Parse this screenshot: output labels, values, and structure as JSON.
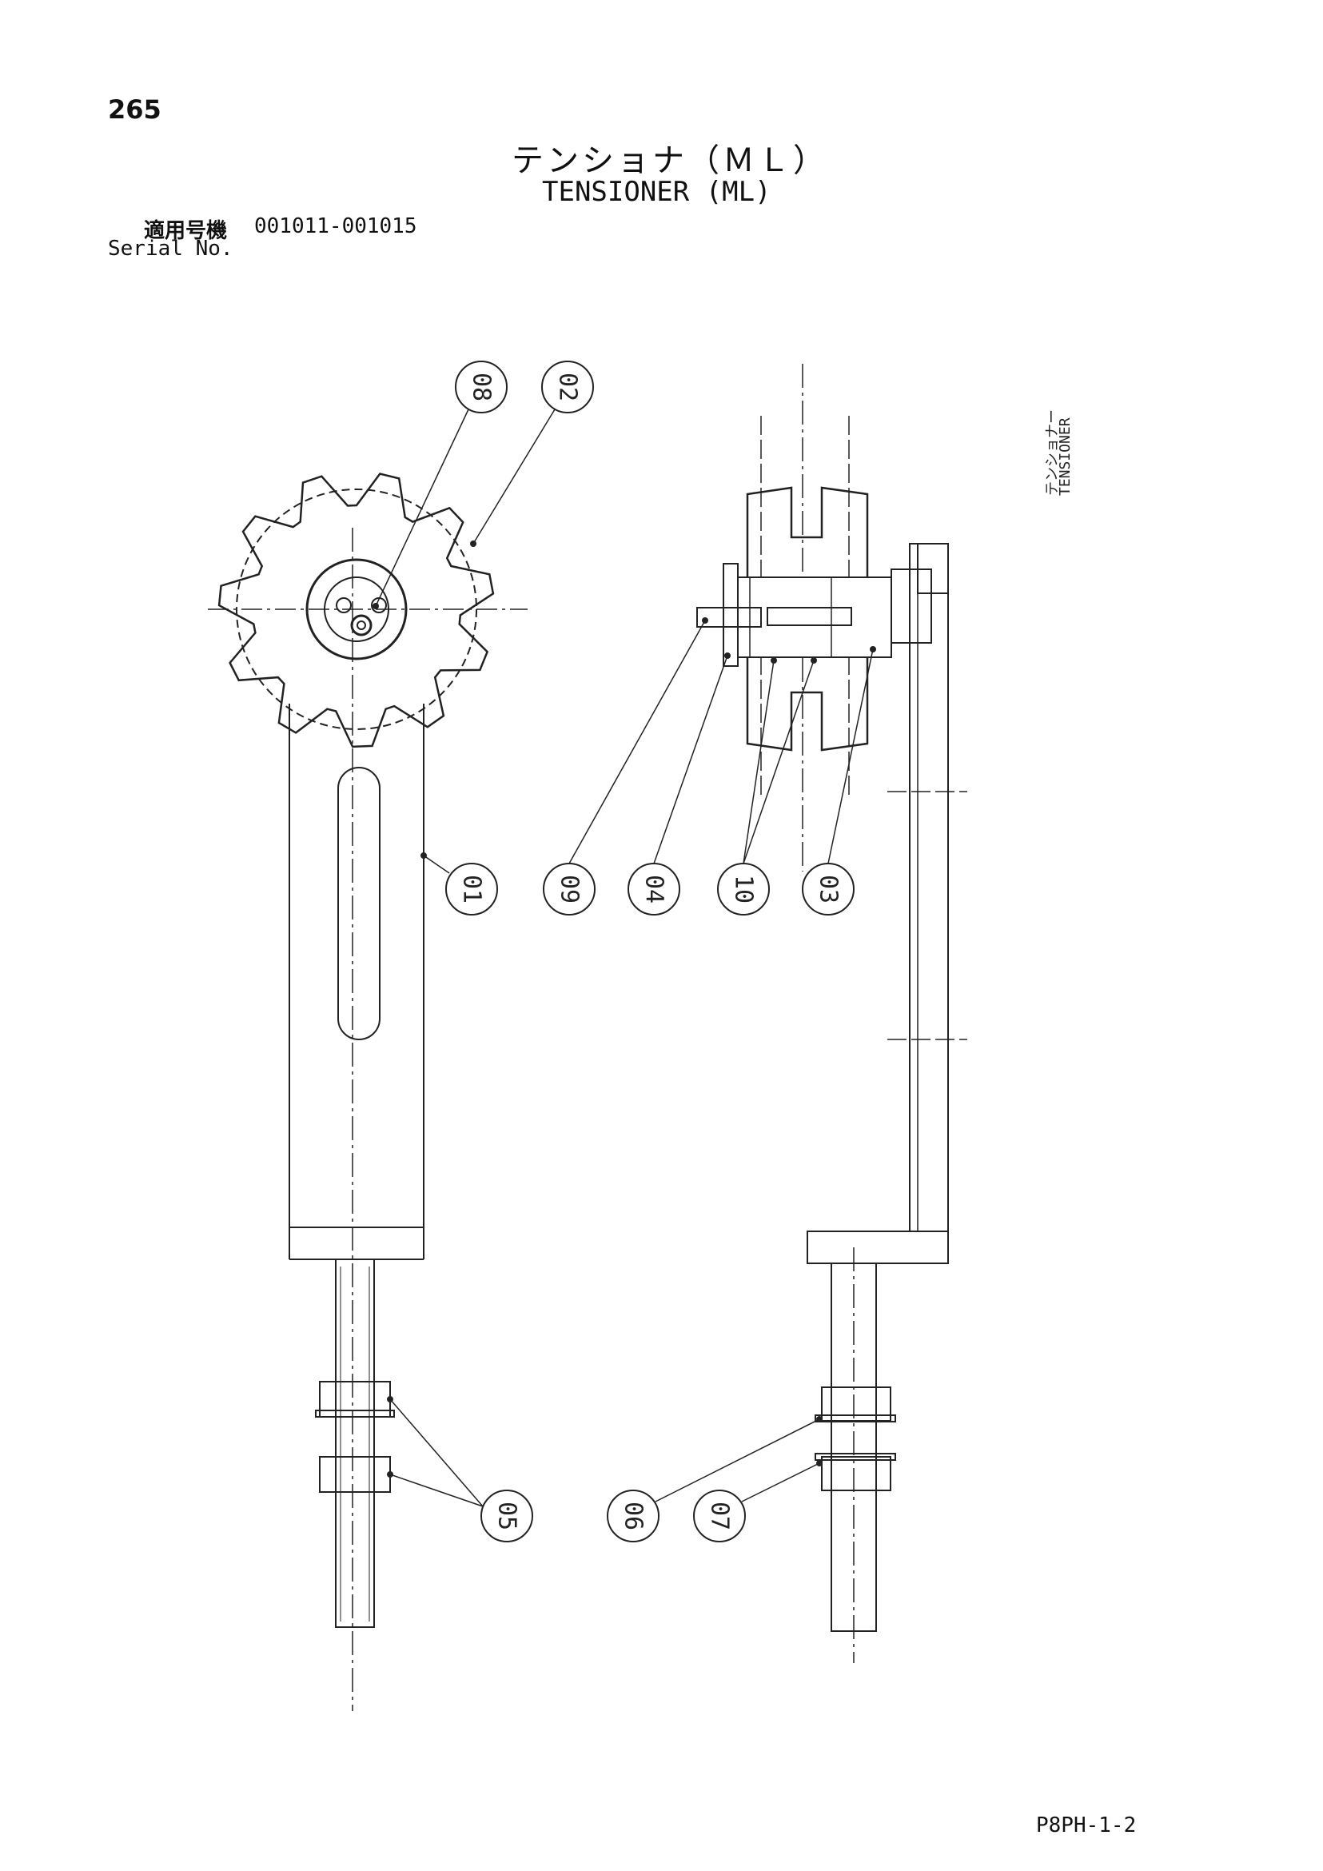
{
  "header": {
    "page_number": "265",
    "title_jp": "テンショナ（ＭＬ）",
    "title_en": "TENSIONER (ML)",
    "serial_label_jp": "適用号機",
    "serial_range": "001011-001015",
    "serial_label_en": "Serial No."
  },
  "side_tab": {
    "label_jp": "テンショナー",
    "label_en": "TENSIONER"
  },
  "footer": {
    "document_code": "P8PH-1-2"
  },
  "callouts": [
    {
      "id": "c08",
      "label": "08"
    },
    {
      "id": "c02",
      "label": "02"
    },
    {
      "id": "c01",
      "label": "01"
    },
    {
      "id": "c09",
      "label": "09"
    },
    {
      "id": "c04",
      "label": "04"
    },
    {
      "id": "c10",
      "label": "10"
    },
    {
      "id": "c03",
      "label": "03"
    },
    {
      "id": "c05",
      "label": "05"
    },
    {
      "id": "c06",
      "label": "06"
    },
    {
      "id": "c07",
      "label": "07"
    }
  ],
  "colors": {
    "line": "#222222",
    "paper": "#ffffff"
  }
}
